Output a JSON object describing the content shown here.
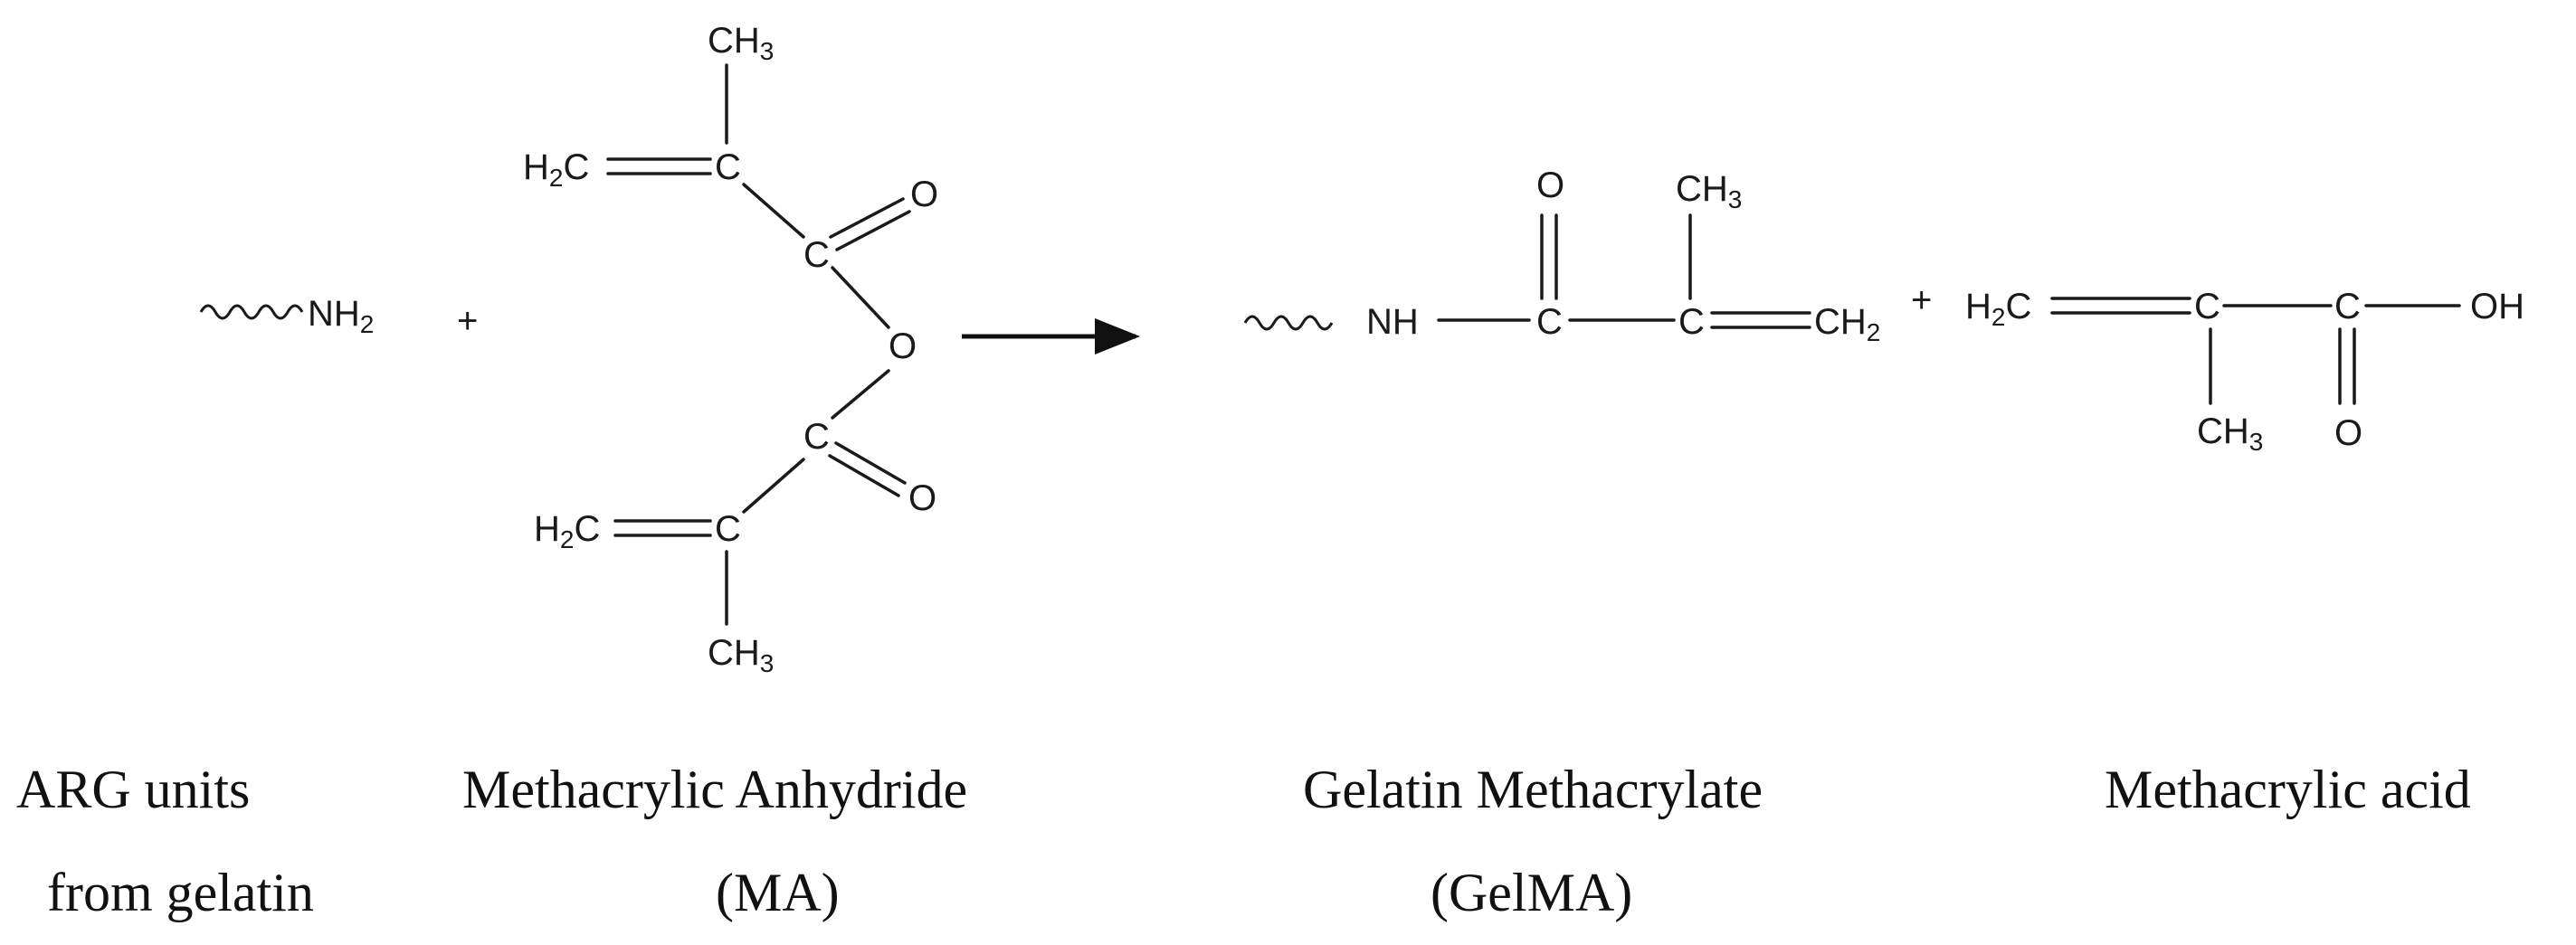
{
  "reaction": {
    "reagent_amine": {
      "group": "NH",
      "subscript": "2"
    },
    "plus_1": "+",
    "anhydride": {
      "top_methyl": "CH",
      "top_methyl_sub": "3",
      "top_methylene": "H",
      "top_methylene_sub": "2",
      "top_methylene_c": "C",
      "top_alkene_c": "C",
      "top_carbonyl_c": "C",
      "top_carbonyl_o": "O",
      "bridge_o": "O",
      "bottom_carbonyl_c": "C",
      "bottom_carbonyl_o": "O",
      "bottom_methylene": "H",
      "bottom_methylene_sub": "2",
      "bottom_methylene_c": "C",
      "bottom_alkene_c": "C",
      "bottom_methyl": "CH",
      "bottom_methyl_sub": "3"
    },
    "gelma": {
      "nh": "NH",
      "carbonyl_c": "C",
      "carbonyl_o": "O",
      "alkene_c": "C",
      "methyl": "CH",
      "methyl_sub": "3",
      "methylene": "CH",
      "methylene_sub": "2"
    },
    "plus_2": "+",
    "acid": {
      "methylene": "H",
      "methylene_sub": "2",
      "methylene_c": "C",
      "alkene_c": "C",
      "methyl": "CH",
      "methyl_sub": "3",
      "carbonyl_c": "C",
      "carbonyl_o": "O",
      "hydroxyl": "OH"
    }
  },
  "captions": {
    "arg_line1": "ARG units",
    "arg_line2": "from gelatin",
    "ma_line1": "Methacrylic Anhydride",
    "ma_line2": "(MA)",
    "gelma_line1": "Gelatin Methacrylate",
    "gelma_line2": "(GelMA)",
    "acid_line1": "Methacrylic acid"
  }
}
